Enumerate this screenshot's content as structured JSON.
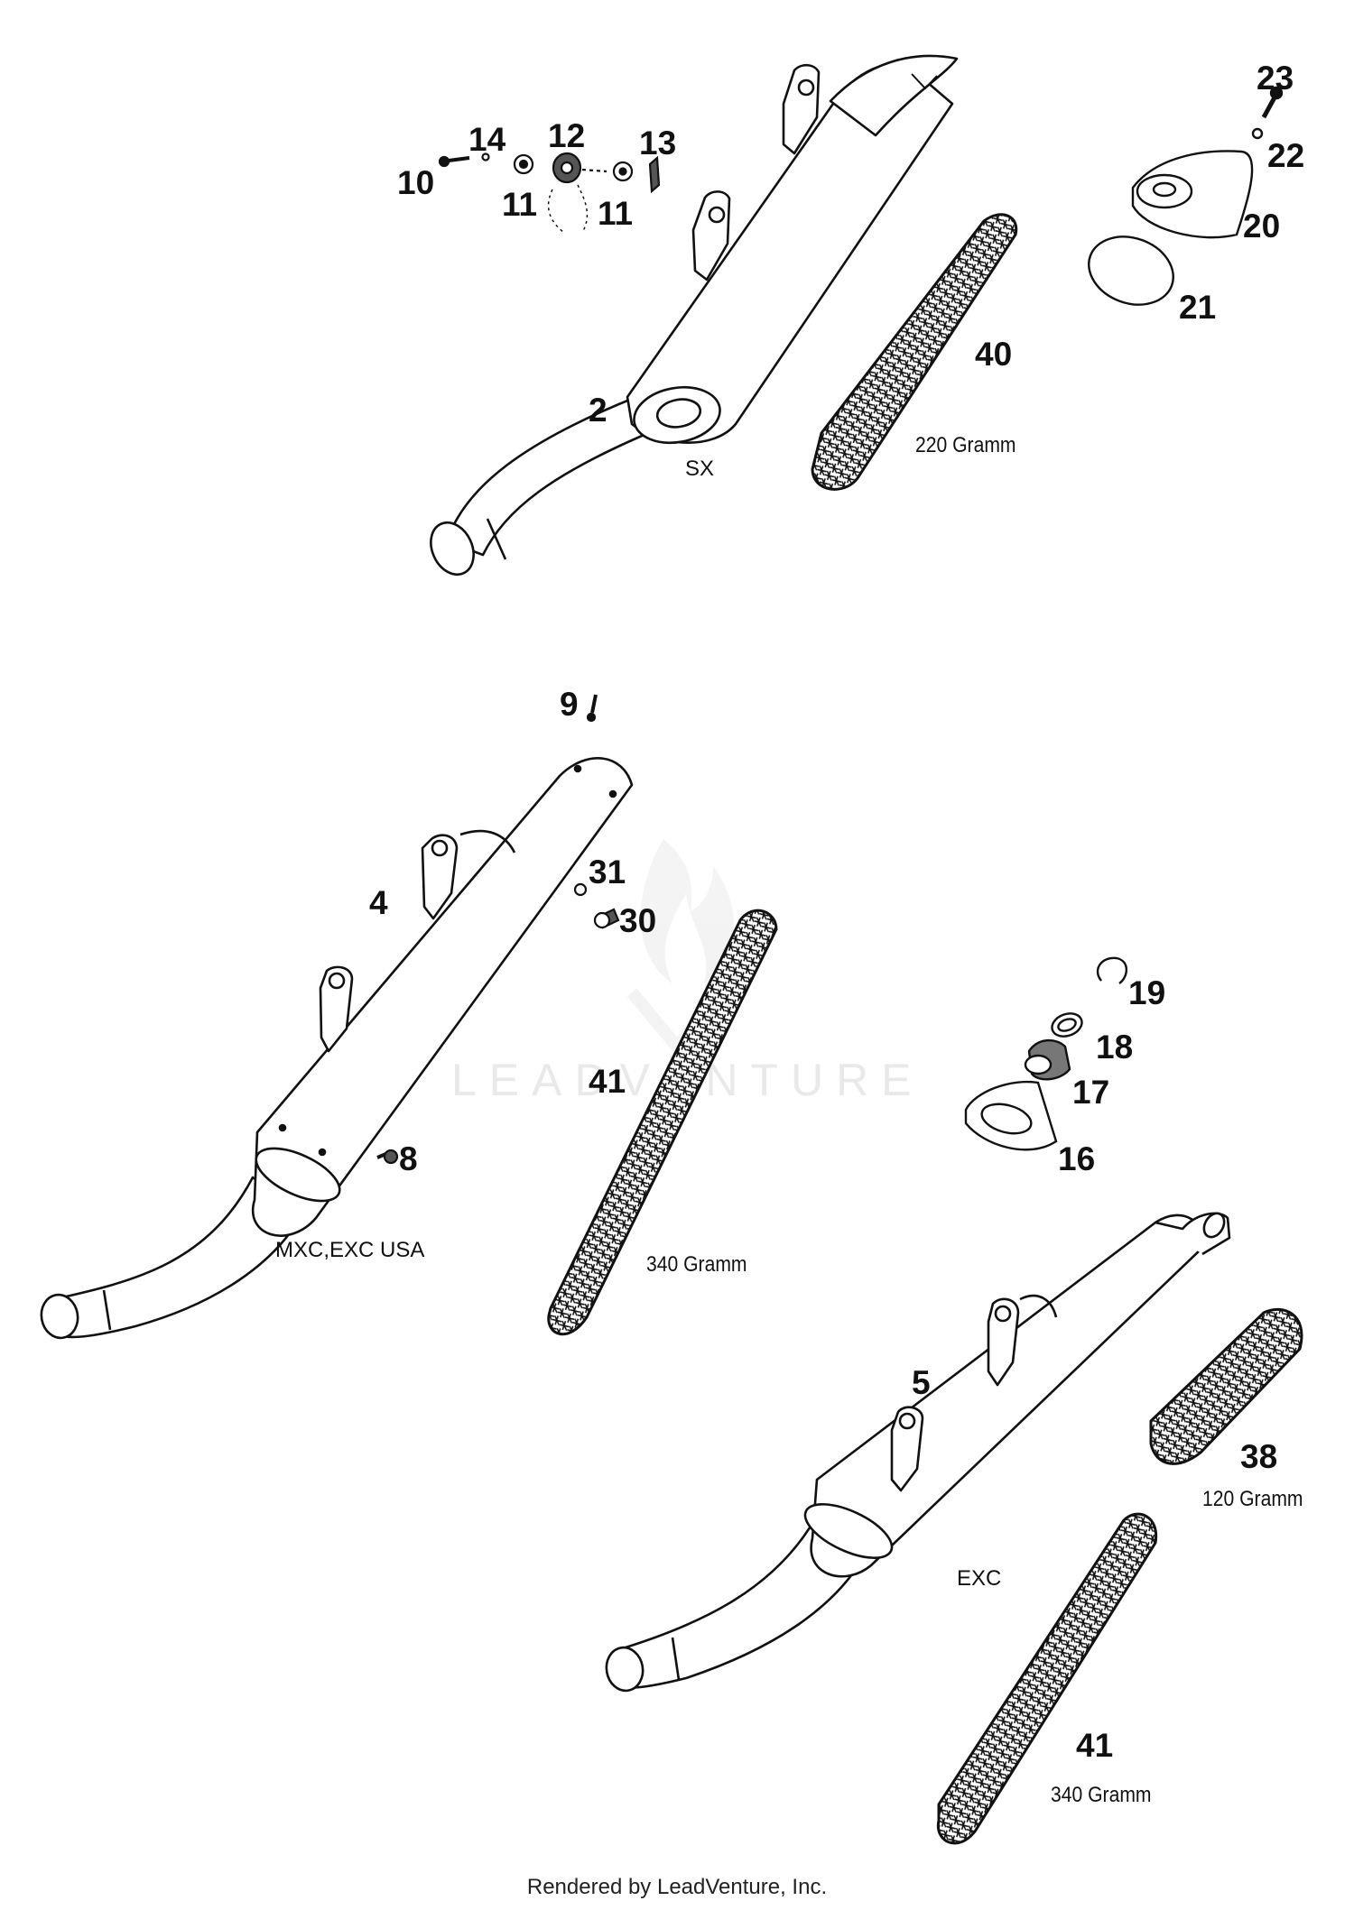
{
  "watermark": {
    "text": "LEADVENTURE"
  },
  "footer": {
    "text": "Rendered by LeadVenture, Inc."
  },
  "assemblies": {
    "sx": {
      "variant": "SX",
      "parts": [
        "2",
        "10",
        "11",
        "11",
        "12",
        "13",
        "14",
        "20",
        "21",
        "22",
        "23",
        "40"
      ],
      "packing_weight": "220 Gramm"
    },
    "mxc": {
      "variant": "MXC,EXC USA",
      "parts": [
        "4",
        "8",
        "9",
        "30",
        "31",
        "41"
      ],
      "packing_weight": "340 Gramm"
    },
    "exc": {
      "variant": "EXC",
      "parts": [
        "5",
        "16",
        "17",
        "18",
        "19",
        "38",
        "41"
      ],
      "packing_weights": [
        "120 Gramm",
        "340 Gramm"
      ]
    }
  },
  "colors": {
    "line": "#111111",
    "fill": "#ffffff",
    "watermark": "#e9e9e9"
  }
}
